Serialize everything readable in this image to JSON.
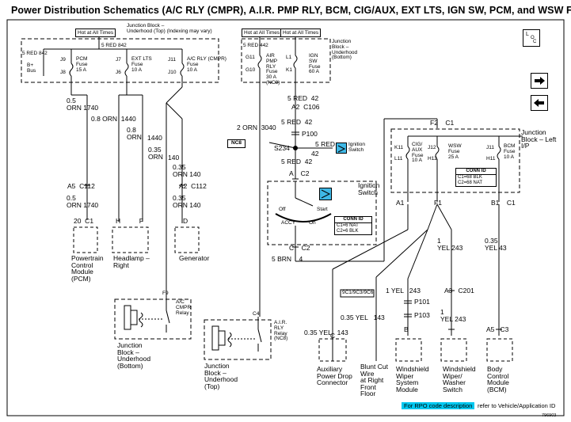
{
  "title": "Power Distribution Schematics (A/C RLY (CMPR), A.I.R. PMP RLY, BCM, CIG/AUX, EXT LTS, IGN SW, PCM, and WSW Fuses)",
  "hot_label": "Hot at All Times",
  "jb_underhood_top": {
    "title": "Junction Block –\nUnderhood (Top) (Indexing may vary)",
    "feed": "5 RED  842",
    "feed2": "5 RED  842",
    "bplus": "B+\nBus",
    "fuses": [
      {
        "pins_top": "J9",
        "pins_bot": "J8",
        "label": "PCM\nFuse\n15 A"
      },
      {
        "pins_top": "J7",
        "pins_bot": "J6",
        "label": "EXT LTS\nFuse\n10 A"
      },
      {
        "pins_top": "J11",
        "pins_bot": "J10",
        "label": "A/C RLY (CMPR)\nFuse\n10 A"
      }
    ]
  },
  "jb_underhood_bottom": {
    "title": "Junction\nBlock –\nUnderhood\n(Bottom)",
    "feed": "5 RED  442",
    "fuses": [
      {
        "pins_top": "G11",
        "pins_bot": "G10",
        "label": "AIR\nPMP\nRLY\nFuse\n30 A\n(NC8)"
      },
      {
        "pins_top": "L1",
        "pins_bot": "K1",
        "label": "IGN\nSW\nFuse\n60 A"
      }
    ]
  },
  "wires_left": [
    "0.5\nORN  1740",
    "0.8 ORN  1440",
    "0.8\nORN",
    "1440",
    "0.35\nORN",
    "140",
    "0.35\nORN  140",
    "A5  C112",
    "0.5\nORN  1740",
    "A2  C112",
    "0.35\nORN  140"
  ],
  "components_left": [
    {
      "conn": "20  C1",
      "name": "Powertrain\nControl\nModule\n(PCM)"
    },
    {
      "conn": "H          F",
      "name": "Headlamp –\nRight"
    },
    {
      "conn": "D",
      "name": "Generator"
    }
  ],
  "ac_relay": {
    "pin": "F9",
    "label": "A/C\nCMPR\nRelay",
    "jb": "Junction\nBlock –\nUnderhood\n(Bottom)"
  },
  "air_relay": {
    "pin": "C4",
    "label": "A.I.R.\nRLY\nRelay\n(NC8)",
    "jb": "Junction\nBlock –\nUnderhood\n(Top)"
  },
  "center": {
    "w1": "5 RED  42",
    "c106": "A2  C106",
    "w2": "5 RED  42",
    "p100": "P100",
    "orn3040": "2 ORN  3040",
    "nc8": "NC8",
    "s234": "S234",
    "w3": "5 RED",
    "w3n": "42",
    "ign_tag": "Ignition\nSwitch",
    "w4": "5 RED  42",
    "c2a": "A    C2",
    "ign_title": "Ignition\nSwitch",
    "off": "Off",
    "start": "Start",
    "accy": "ACCY",
    "on": "On",
    "c2b": "C    C2",
    "brn": "5 BRN    4",
    "conn": {
      "h": "CONN ID",
      "r1": "C1=6 NAT",
      "r2": "C2=6 BLK"
    }
  },
  "jb_left_ip": {
    "title": "Junction\nBlock – Left\nI/P",
    "top_conn": "F2    C1",
    "fuses": [
      {
        "pins_top": "K11",
        "pins_bot": "L11",
        "label": "CIG/\nAUX\nFuse\n10 A"
      },
      {
        "pins_top": "J12",
        "pins_bot": "H12",
        "label": "WSW\nFuse\n25 A"
      },
      {
        "pins_top": "J11",
        "pins_bot": "H11",
        "label": "BCM\nFuse\n10 A"
      }
    ],
    "conn": {
      "h": "CONN ID",
      "r1": "C1=68 BLK",
      "r2": "C2=68 NAT"
    },
    "outs": [
      "A1",
      "F1",
      "B1    C1"
    ]
  },
  "right_wires": {
    "yel243a": "1\nYEL   243",
    "yel43": "0.35\nYEL   43",
    "rpo": "9C1/9C3/9C6",
    "yel243b": "1 YEL   243",
    "c201": "A3   C201",
    "p101": "P101",
    "p103": "P103",
    "yel143": "0.35 YEL   143",
    "yel143b": "0.35 YEL   143",
    "yel243c": "1\nYEL   243",
    "a5c3": "A5   C3"
  },
  "components_bottom": [
    {
      "conn": "C",
      "name": "Auxiliary\nPower Drop\nConnector"
    },
    {
      "conn": "",
      "name": "Blunt Cut\nWire\nat Right\nFront\nFloor"
    },
    {
      "conn": "B",
      "name": "Windshield\nWiper\nSystem\nModule"
    },
    {
      "conn": "",
      "name": "Windshield\nWiper/\nWasher\nSwitch"
    },
    {
      "conn": "",
      "name": "Body\nControl\nModule\n(BCM)"
    }
  ],
  "footer": {
    "rpo_link": "For RPO code description",
    "rpo_rest": " refer to Vehicle/Application ID",
    "diagram_id": "796903"
  },
  "loc_icon": {
    "l": "L",
    "o": "O",
    "c": "C"
  },
  "colors": {
    "accent": "#00c8f0",
    "icon": "#3fb8e6",
    "line": "#000000"
  }
}
